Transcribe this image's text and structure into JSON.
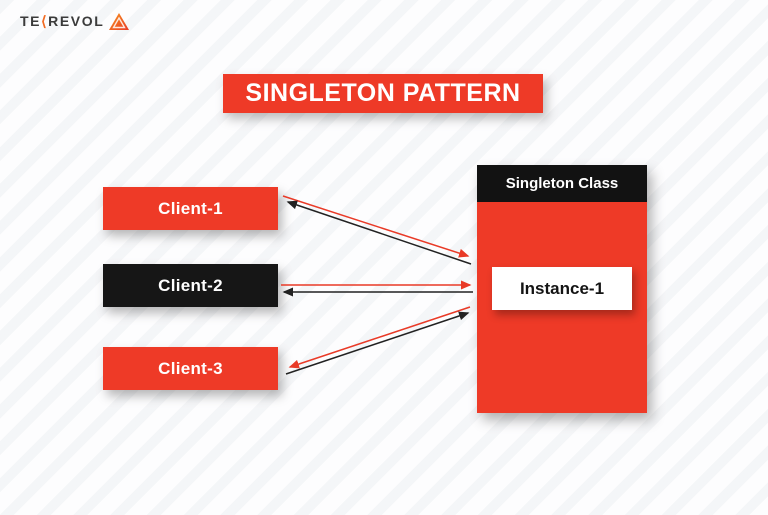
{
  "brand": {
    "logo_text_1": "TE",
    "logo_k": "⟨",
    "logo_text_2": "REVOL",
    "logo_icon": "tekrevol-triangle-icon"
  },
  "header": {
    "title": "SINGLETON PATTERN"
  },
  "diagram": {
    "clients": [
      {
        "label": "Client-1",
        "variant": "red"
      },
      {
        "label": "Client-2",
        "variant": "black"
      },
      {
        "label": "Client-3",
        "variant": "red"
      }
    ],
    "singleton": {
      "title": "Singleton Class",
      "instance_label": "Instance-1"
    },
    "edges": [
      {
        "from": "Client-1",
        "to": "Singleton Class",
        "color": "red"
      },
      {
        "from": "Singleton Class",
        "to": "Client-1",
        "color": "black"
      },
      {
        "from": "Client-2",
        "to": "Singleton Class",
        "color": "red"
      },
      {
        "from": "Singleton Class",
        "to": "Client-2",
        "color": "black"
      },
      {
        "from": "Singleton Class",
        "to": "Client-3",
        "color": "red"
      },
      {
        "from": "Client-3",
        "to": "Singleton Class",
        "color": "black"
      }
    ]
  },
  "colors": {
    "accent_red": "#EE3A27",
    "box_black": "#161616",
    "text_white": "#FFFFFF",
    "logo_text": "#3B3B3B",
    "logo_accent": "#F26B22",
    "background": "#FDFDFE"
  }
}
